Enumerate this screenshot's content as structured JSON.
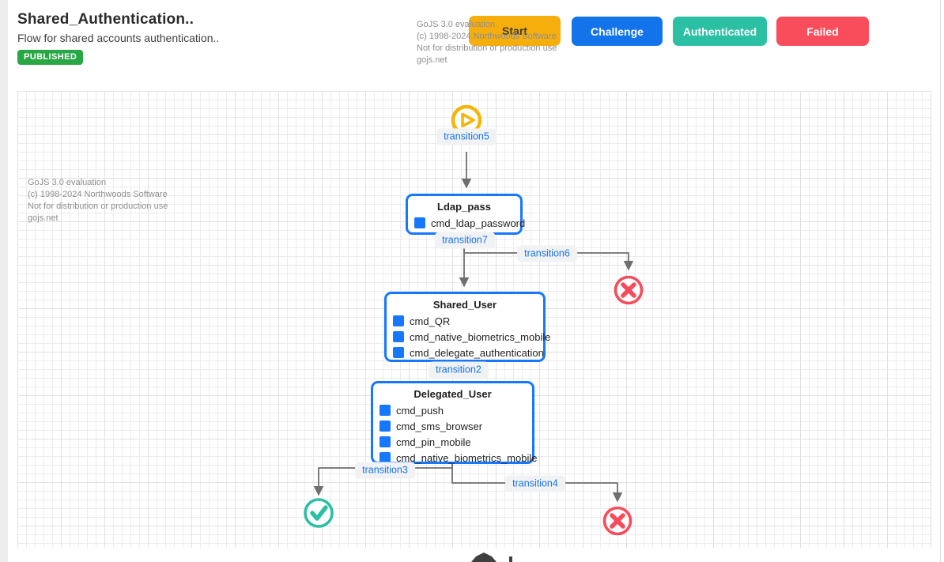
{
  "header": {
    "title": "Shared_Authentication..",
    "subtitle": "Flow for shared accounts authentication..",
    "status_badge": "PUBLISHED",
    "palette": [
      {
        "label": "Start",
        "color": "#F6AE0C",
        "text_color": "#3c3c3c"
      },
      {
        "label": "Challenge",
        "color": "#1273EB",
        "text_color": "#ffffff"
      },
      {
        "label": "Authenticated",
        "color": "#2BBFA3",
        "text_color": "#ffffff"
      },
      {
        "label": "Failed",
        "color": "#F94D5C",
        "text_color": "#ffffff"
      }
    ]
  },
  "watermark": {
    "line1": "GoJS 3.0 evaluation",
    "line2": "(c) 1998-2024 Northwoods Software",
    "line3": "Not for distribution or production use",
    "line4": "gojs.net"
  },
  "canvas": {
    "nodes": [
      {
        "title": "Ldap_pass",
        "items": [
          "cmd_ldap_password"
        ]
      },
      {
        "title": "Shared_User",
        "items": [
          "cmd_QR",
          "cmd_native_biometrics_mobile",
          "cmd_delegate_authentication"
        ]
      },
      {
        "title": "Delegated_User",
        "items": [
          "cmd_push",
          "cmd_sms_browser",
          "cmd_pin_mobile",
          "cmd_native_biometrics_mobile"
        ]
      }
    ],
    "transitions": [
      {
        "label": "transition5"
      },
      {
        "label": "transition7"
      },
      {
        "label": "transition6"
      },
      {
        "label": "transition2"
      },
      {
        "label": "transition3"
      },
      {
        "label": "transition4"
      }
    ],
    "icons": {
      "start": "play-circle-icon",
      "success": "check-circle-icon",
      "failure": "x-circle-icon"
    },
    "colors": {
      "published_badge": "#2aa745",
      "node_border": "#1677ff",
      "command_square": "#1677ff",
      "transition_text": "#1673e6",
      "link": "#6f6f6f",
      "start_icon": "#F6B50B",
      "success_icon": "#2BBFA3",
      "failure_icon": "#F84B5C"
    }
  }
}
